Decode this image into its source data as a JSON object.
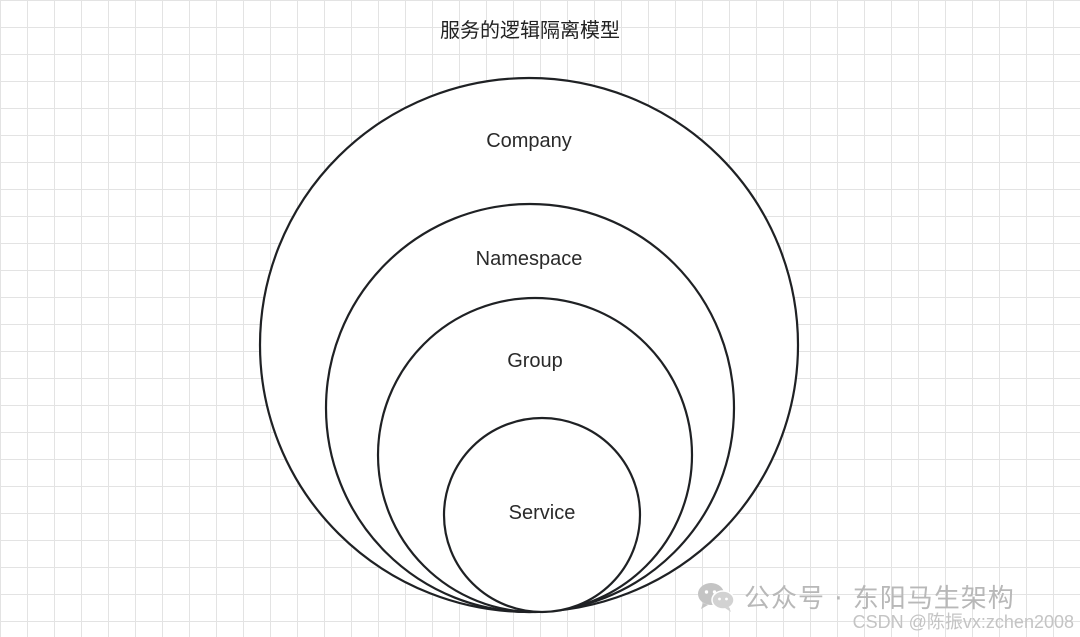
{
  "title": "服务的逻辑隔离模型",
  "layers": [
    {
      "id": "company",
      "label": "Company"
    },
    {
      "id": "namespace",
      "label": "Namespace"
    },
    {
      "id": "group",
      "label": "Group"
    },
    {
      "id": "service",
      "label": "Service"
    }
  ],
  "watermark": {
    "icon": "wechat-icon",
    "text": "公众号 · 东阳马生架构"
  },
  "credit": "CSDN @陈振vx:zchen2008",
  "colors": {
    "stroke": "#1f2124",
    "grid": "#e3e3e3",
    "watermark": "#b8b8b8"
  }
}
